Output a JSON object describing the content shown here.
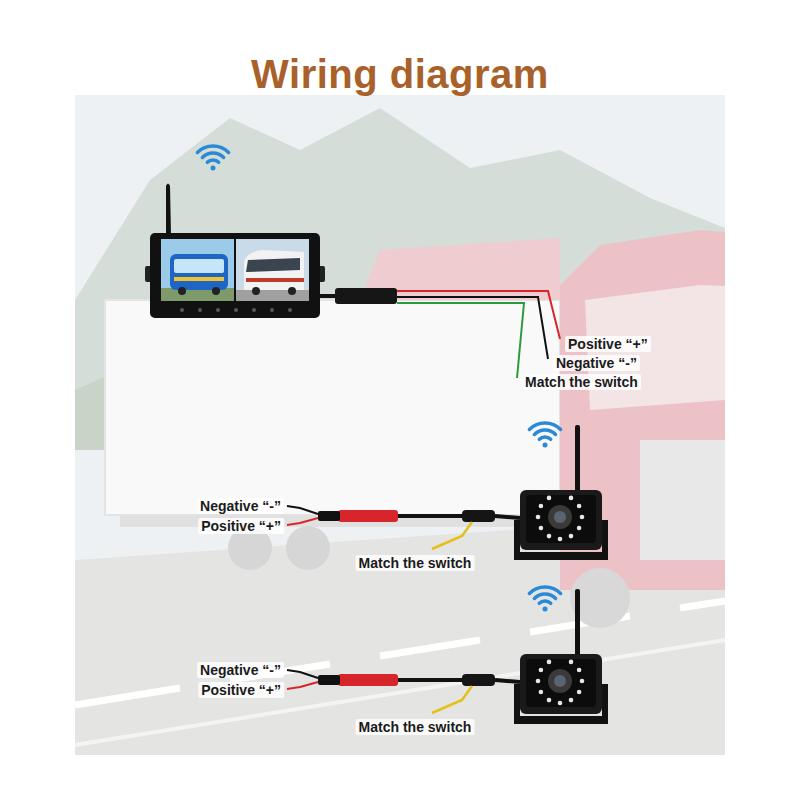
{
  "diagram": {
    "title": "Wiring diagram",
    "labels": [
      "Positive “+”",
      "Negative “-”",
      "Match the switch",
      "Negative “-”",
      "Positive “+”",
      "Match the switch",
      "Negative “-”",
      "Positive “+”",
      "Match the switch"
    ]
  }
}
